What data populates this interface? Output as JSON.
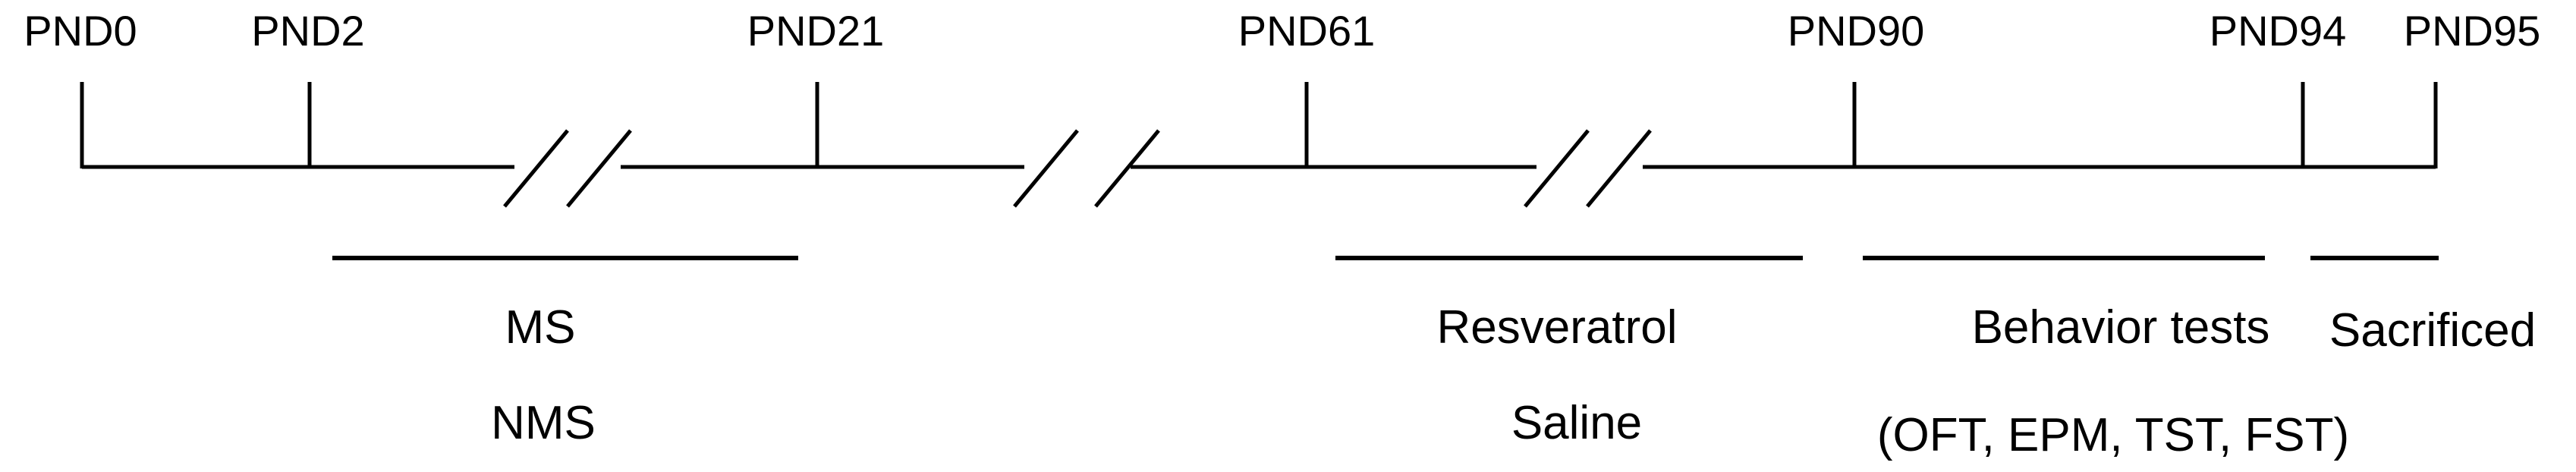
{
  "timepoints": [
    {
      "label": "PND0"
    },
    {
      "label": "PND2"
    },
    {
      "label": "PND21"
    },
    {
      "label": "PND61"
    },
    {
      "label": "PND90"
    },
    {
      "label": "PND94"
    },
    {
      "label": "PND95"
    }
  ],
  "periods": [
    {
      "lines": [
        "MS",
        "NMS"
      ]
    },
    {
      "lines": [
        "Resveratrol",
        "Saline"
      ]
    },
    {
      "lines": [
        "Behavior tests",
        "(OFT, EPM, TST, FST)"
      ]
    },
    {
      "lines": [
        "Sacrificed"
      ]
    }
  ],
  "style": {
    "line_color": "#000000",
    "text_color": "#000000"
  }
}
